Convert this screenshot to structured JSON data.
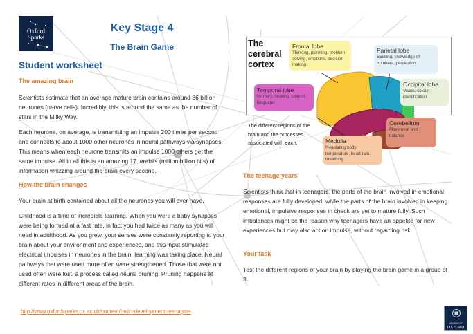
{
  "logo": {
    "text_line1": "Oxford",
    "text_line2": "Sparks"
  },
  "header": {
    "key_stage": "Key Stage 4",
    "subtitle": "The Brain Game",
    "worksheet": "Student worksheet"
  },
  "left": {
    "sec1_title": "The amazing brain",
    "sec1_p1": "Scientists estimate that an average mature brain contains around 86 billion neurones (nerve cells). Incredibly, this is around the same as the number of stars in the Milky Way.",
    "sec1_p2": "Each neurone, on average, is transmitting an impulse 200 times per second and connects to about 1000 other neurones in neural pathways via synapses. This means when each neurone transmits an impulse 1000 others get the same impulse. All in all this is an amazing 17 terabits (million billion bits) of information whizzing around the brain every second.",
    "sec2_title": "How the brain changes",
    "sec2_p1": "Your brain at birth contained about all the neurones you will ever have.",
    "sec2_p2": "Childhood is a time of incredible learning. When you were a baby synapses were being formed at a fast rate, in fact you had twice as many as you will need in adulthood. As you grew, your senses were constantly reporting to your brain about your environment and experiences, and this input stimulated electrical impulses in neurones in the brain; learning was taking place. Neural pathways that were used more often were strengthened. Those that were not used often were lost, a process called neural pruning. Pruning happens at different rates in different areas of the brain."
  },
  "figure": {
    "title": "The cerebral cortex",
    "caption": "The different regions of the brain and the processes associated with each.",
    "labels": [
      {
        "name": "Frontal lobe",
        "desc": "Thinking, planning, problem solving, emotions, decision making",
        "color": "#fdf5a6"
      },
      {
        "name": "Parietal lobe",
        "desc": "Spelling, knowledge of numbers, perception",
        "color": "#e4f0f7"
      },
      {
        "name": "Occipital lobe",
        "desc": "Vision, colour identification",
        "color": "#e9f0da"
      },
      {
        "name": "Temporal lobe",
        "desc": "Memory, hearing, speech, language",
        "color": "#d862c4"
      },
      {
        "name": "Cerebellum",
        "desc": "Movement and balance",
        "color": "#e0907a"
      },
      {
        "name": "Medulla",
        "desc": "Regulating body temperature, heart rate, breathing",
        "color": "#f9c9a3"
      }
    ]
  },
  "right": {
    "sec3_title": "The teenage years",
    "sec3_p1": "Scientists think that in teenagers, the parts of the brain involved in emotional responses are fully developed, while the parts of the brain involved in keeping emotional, impulsive responses in check are yet to mature fully. Such imbalances might be the reason why teenagers have an appetite for new experiences but may also act on impulse, without regarding risk.",
    "sec4_title": "Your task",
    "sec4_p1": "Test the different regions of your brain by playing the brain game in a group of 3."
  },
  "footer": {
    "url": "http://www.oxfordsparks.ox.ac.uk/content/brain-development-teenagers",
    "oxford_logo_small": "UNIVERSITY OF",
    "oxford_logo": "OXFORD"
  },
  "colors": {
    "title_blue": "#1f5fa8",
    "heading_orange": "#e87722",
    "logo_navy": "#0f2447"
  }
}
